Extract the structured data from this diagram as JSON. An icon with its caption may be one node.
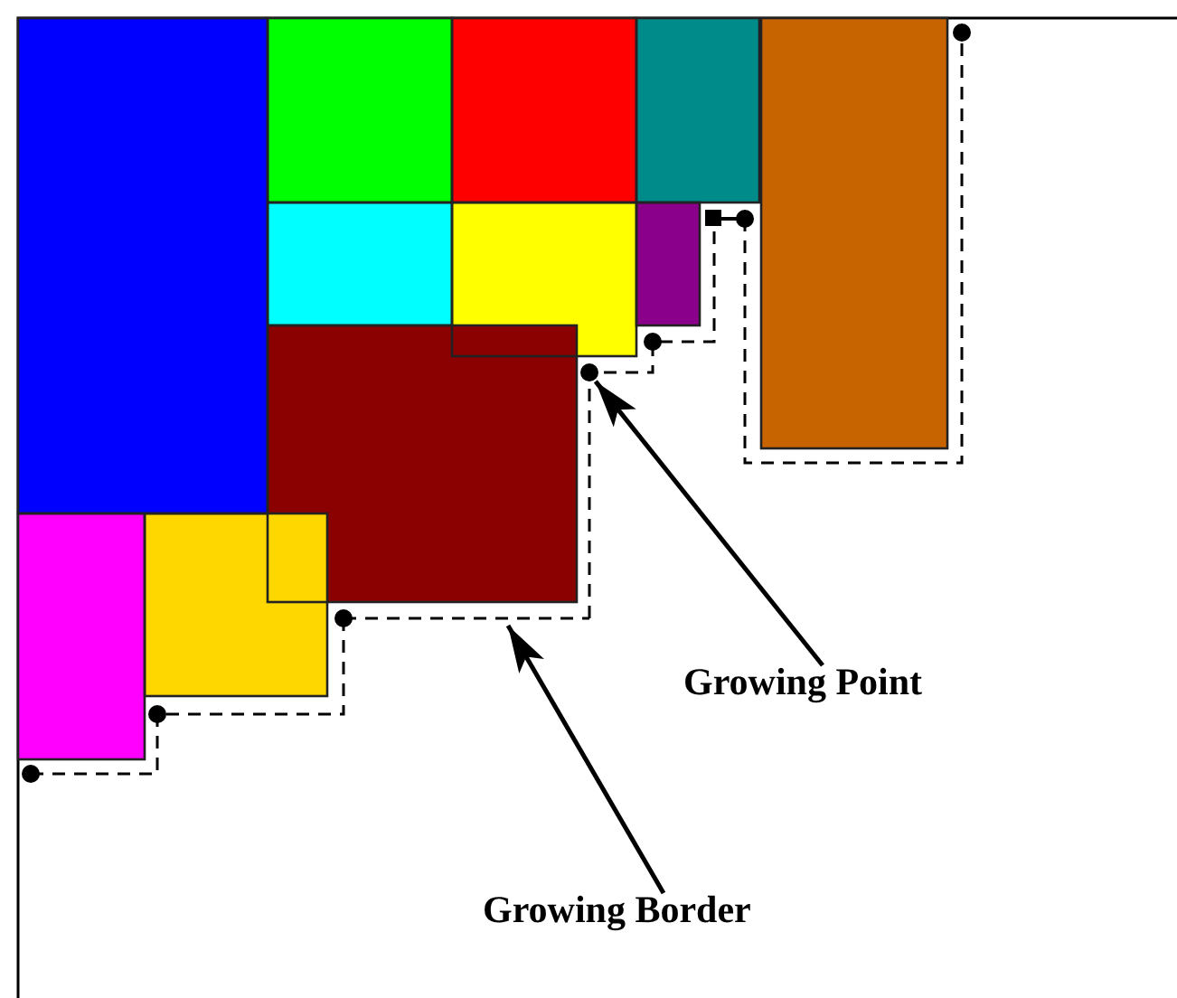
{
  "diagram": {
    "nodes": [
      {
        "text": [
          "Growing Point"
        ]
      },
      {
        "text": [
          "Growing Border"
        ]
      },
      {
        "text": [],
        "shape": "circle"
      },
      {
        "text": [],
        "shape": "line"
      }
    ],
    "edges": [
      {
        "from": 0,
        "to": 2,
        "arrow": "to"
      },
      {
        "from": 1,
        "to": 3,
        "arrow": "to"
      }
    ]
  }
}
